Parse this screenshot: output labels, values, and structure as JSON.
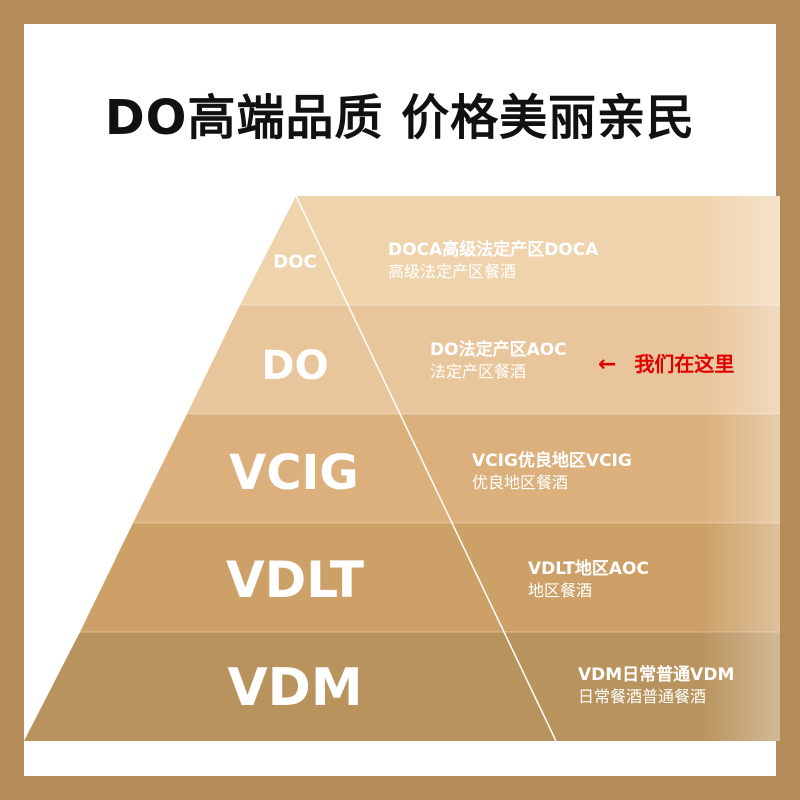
{
  "headline": "DO高端品质 价格美丽亲民",
  "colors": {
    "frame": "#b48c58",
    "tier1": "#efd3ad",
    "tier2": "#e8c59a",
    "tier3": "#dbb07c",
    "tier4": "#cca066",
    "tier5": "#b9935d",
    "marker": "#e10000"
  },
  "tiers": [
    {
      "code": "DOC",
      "line1": "DOCA高级法定产区DOCA",
      "line2": "高级法定产区餐酒"
    },
    {
      "code": "DO",
      "line1": "DO法定产区AOC",
      "line2": "法定产区餐酒"
    },
    {
      "code": "VCIG",
      "line1": "VCIG优良地区VCIG",
      "line2": "优良地区餐酒"
    },
    {
      "code": "VDLT",
      "line1": "VDLT地区AOC",
      "line2": "地区餐酒"
    },
    {
      "code": "VDM",
      "line1": "VDM日常普通VDM",
      "line2": "日常餐酒普通餐酒"
    }
  ],
  "marker": {
    "arrow": "←",
    "label": "我们在这里"
  }
}
